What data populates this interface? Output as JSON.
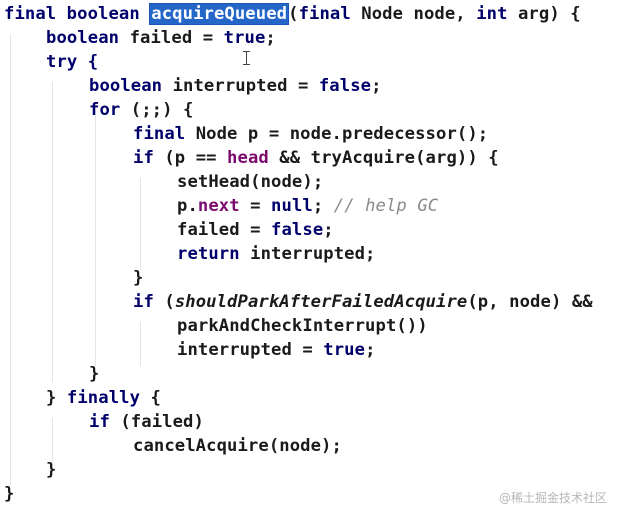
{
  "code": {
    "method_prefix": "final boolean ",
    "method_name": "acquireQueued",
    "method_suffix": "(final Node node, int arg) {",
    "line2": "boolean failed = true;",
    "line3": "try {",
    "line4": "boolean interrupted = false;",
    "line5": "for (;;) {",
    "line6": "final Node p = node.predecessor();",
    "line7": "if (p == head && tryAcquire(arg)) {",
    "line8": "setHead(node);",
    "line9_code": "p.next = null; ",
    "line9_comment": "// help GC",
    "line10": "failed = false;",
    "line11": "return interrupted;",
    "line12": "}",
    "line13": "if (shouldParkAfterFailedAcquire(p, node) &&",
    "line14": "parkAndCheckInterrupt())",
    "line15": "interrupted = true;",
    "line16": "}",
    "line17": "} finally {",
    "line18": "if (failed)",
    "line19": "cancelAcquire(node);",
    "line20": "}",
    "line21": "}"
  },
  "watermark": "@稀土掘金技术社区",
  "colors": {
    "keyword": "#00006b",
    "field": "#7a0a6e",
    "comment": "#8a8a8a",
    "selection": "#2467c8"
  }
}
